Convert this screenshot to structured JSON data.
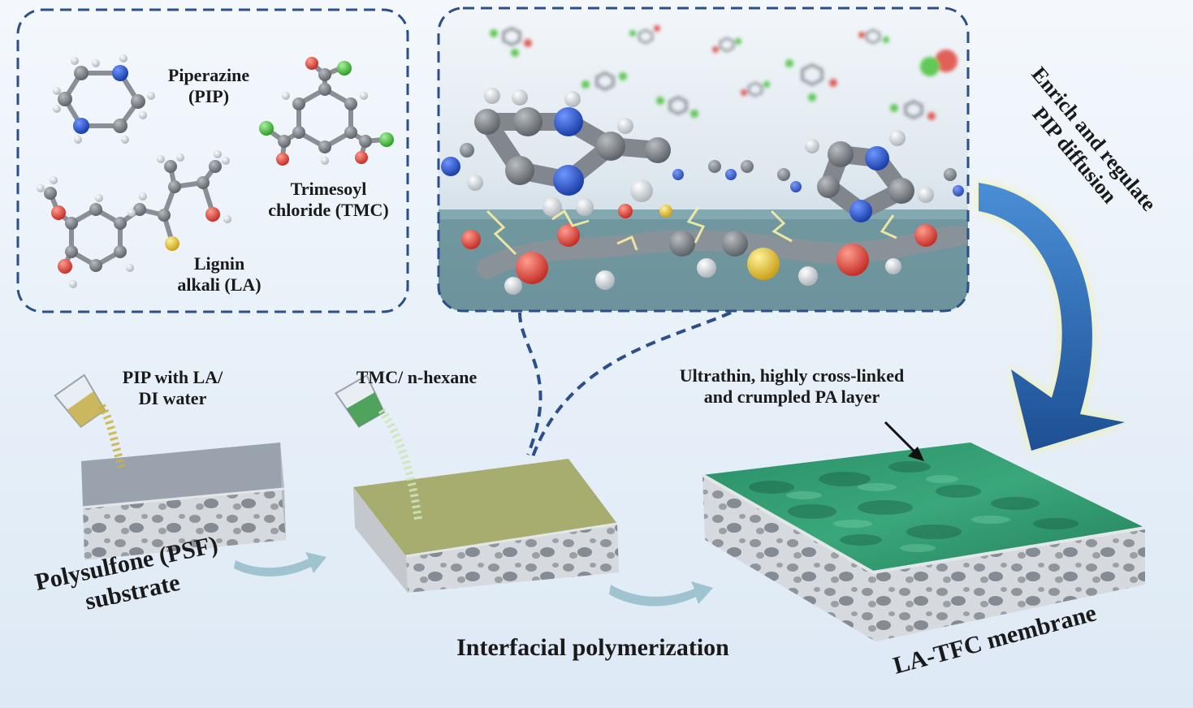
{
  "molecules": {
    "pip_name": "Piperazine",
    "pip_abbr": "(PIP)",
    "tmc_name": "Trimesoyl",
    "tmc_abbr": "chloride (TMC)",
    "la_name": "Lignin",
    "la_abbr": "alkali (LA)"
  },
  "annotation": {
    "line1": "Enrich and regulate",
    "line2": "PIP diffusion"
  },
  "steps": {
    "pip_solution_line1": "PIP with LA/",
    "pip_solution_line2": "DI water",
    "tmc_solution": "TMC/ n-hexane",
    "pa_layer_line1": "Ultrathin, highly cross-linked",
    "pa_layer_line2": "and crumpled PA layer",
    "substrate_line1": "Polysulfone (PSF)",
    "substrate_line2": "substrate",
    "process": "Interfacial polymerization",
    "product": "LA-TFC membrane"
  },
  "colors": {
    "dash_blue": "#2a4f8a",
    "psf_top": "#9aa3ad",
    "ip_top": "#a7ad6f",
    "pa_top": "#2e9a70",
    "carbon": "#6f747b",
    "nitrogen": "#1f4fc9",
    "oxygen": "#e0463c",
    "chlorine": "#48c23b",
    "sulfur": "#e8c531",
    "hydrogen": "#e8ecef",
    "arrow_blue": "#2d6fb4",
    "arrow_glow": "#f6f08a"
  }
}
